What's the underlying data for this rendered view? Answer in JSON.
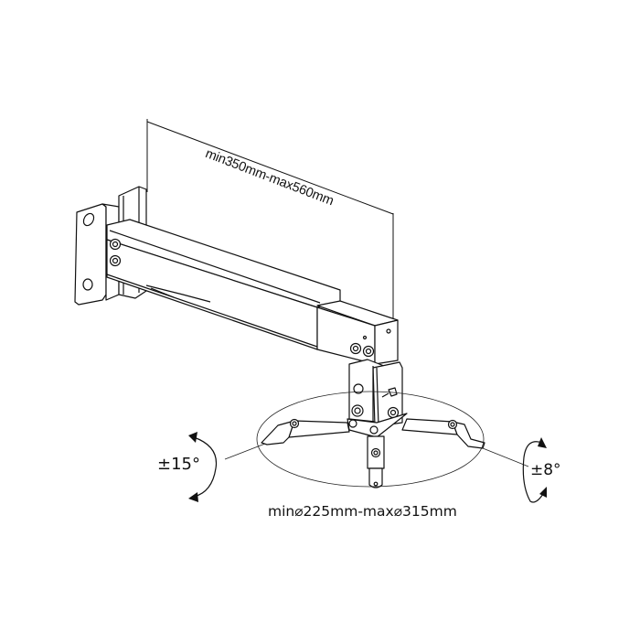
{
  "diagram": {
    "subject": "Projector wall mount bracket (line drawing)",
    "colors": {
      "line": "#111111",
      "background": "#ffffff"
    },
    "annotations": {
      "arm_length": "min350mm-max560mm",
      "plate_diameter": "min⌀225mm-max⌀315mm",
      "tilt": "±15°",
      "swivel": "±8°"
    },
    "parts": [
      "wall-plate",
      "telescopic-arm-outer",
      "telescopic-arm-inner",
      "tilt-joint",
      "spider-mounting-plate",
      "adjustment-range-ellipse"
    ]
  }
}
